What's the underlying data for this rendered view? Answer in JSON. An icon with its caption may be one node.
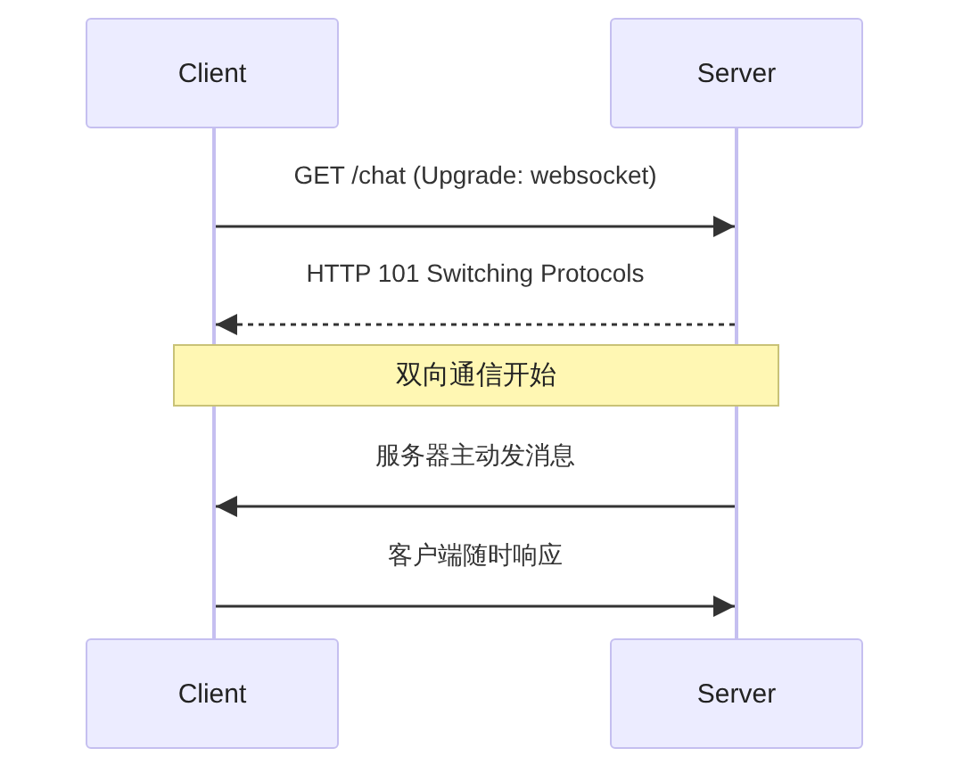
{
  "diagram": {
    "nodes": [
      {
        "text": [
          "Client"
        ]
      },
      {
        "text": [
          "Server"
        ]
      },
      {
        "text": [],
        "shape": "bar"
      },
      {
        "text": [],
        "shape": "bar"
      },
      {
        "text": [
          "双向通信开始"
        ]
      },
      {
        "text": [
          "Client"
        ]
      },
      {
        "text": [
          "Server"
        ]
      }
    ],
    "edges": [
      {
        "from": 2,
        "to": 3,
        "arrow": "to",
        "label": "GET /chat (Upgrade: websocket)"
      },
      {
        "from": 3,
        "to": 2,
        "arrow": "to",
        "label": "HTTP 101 Switching Protocols",
        "style": "dashed"
      },
      {
        "from": 3,
        "to": 2,
        "arrow": "to",
        "label": "服务器主动发消息"
      },
      {
        "from": 2,
        "to": 3,
        "arrow": "to",
        "label": "客户端随时响应"
      }
    ]
  }
}
